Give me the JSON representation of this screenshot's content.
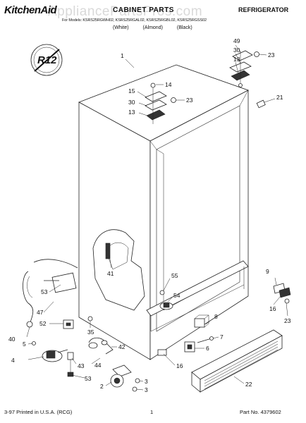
{
  "header": {
    "watermark": "AppliancePartsPros.com",
    "brand": "KitchenAid",
    "title": "CABINET PARTS",
    "category": "REFRIGERATOR",
    "models": "For Models: KSRS25RGWH02, KSRS25RGAL02, KSRS25RGBL02, KSRS25RGSS02",
    "colors": [
      "(White)",
      "(Almond)",
      "(Black)"
    ]
  },
  "badge": {
    "text": "R12"
  },
  "callouts": [
    {
      "id": "c1",
      "label": "1"
    },
    {
      "id": "c49",
      "label": "49"
    },
    {
      "id": "c30a",
      "label": "30"
    },
    {
      "id": "c13a",
      "label": "13"
    },
    {
      "id": "c23a",
      "label": "23"
    },
    {
      "id": "c15",
      "label": "15"
    },
    {
      "id": "c14",
      "label": "14"
    },
    {
      "id": "c30b",
      "label": "30"
    },
    {
      "id": "c23b",
      "label": "23"
    },
    {
      "id": "c13b",
      "label": "13"
    },
    {
      "id": "c21",
      "label": "21"
    },
    {
      "id": "c41",
      "label": "41"
    },
    {
      "id": "c55",
      "label": "55"
    },
    {
      "id": "c54",
      "label": "54"
    },
    {
      "id": "c9",
      "label": "9"
    },
    {
      "id": "c16a",
      "label": "16"
    },
    {
      "id": "c23c",
      "label": "23"
    },
    {
      "id": "c8",
      "label": "8"
    },
    {
      "id": "c7",
      "label": "7"
    },
    {
      "id": "c6",
      "label": "6"
    },
    {
      "id": "c16b",
      "label": "16"
    },
    {
      "id": "c22",
      "label": "22"
    },
    {
      "id": "c53a",
      "label": "53"
    },
    {
      "id": "c47",
      "label": "47"
    },
    {
      "id": "c52",
      "label": "52"
    },
    {
      "id": "c35",
      "label": "35"
    },
    {
      "id": "c40",
      "label": "40"
    },
    {
      "id": "c5",
      "label": "5"
    },
    {
      "id": "c4",
      "label": "4"
    },
    {
      "id": "c42",
      "label": "42"
    },
    {
      "id": "c43",
      "label": "43"
    },
    {
      "id": "c44",
      "label": "44"
    },
    {
      "id": "c53b",
      "label": "53"
    },
    {
      "id": "c2",
      "label": "2"
    },
    {
      "id": "c3a",
      "label": "3"
    },
    {
      "id": "c3b",
      "label": "3"
    }
  ],
  "footer": {
    "left": "3-97 Printed in U.S.A. (RCG)",
    "center": "1",
    "right": "Part No. 4379602"
  }
}
